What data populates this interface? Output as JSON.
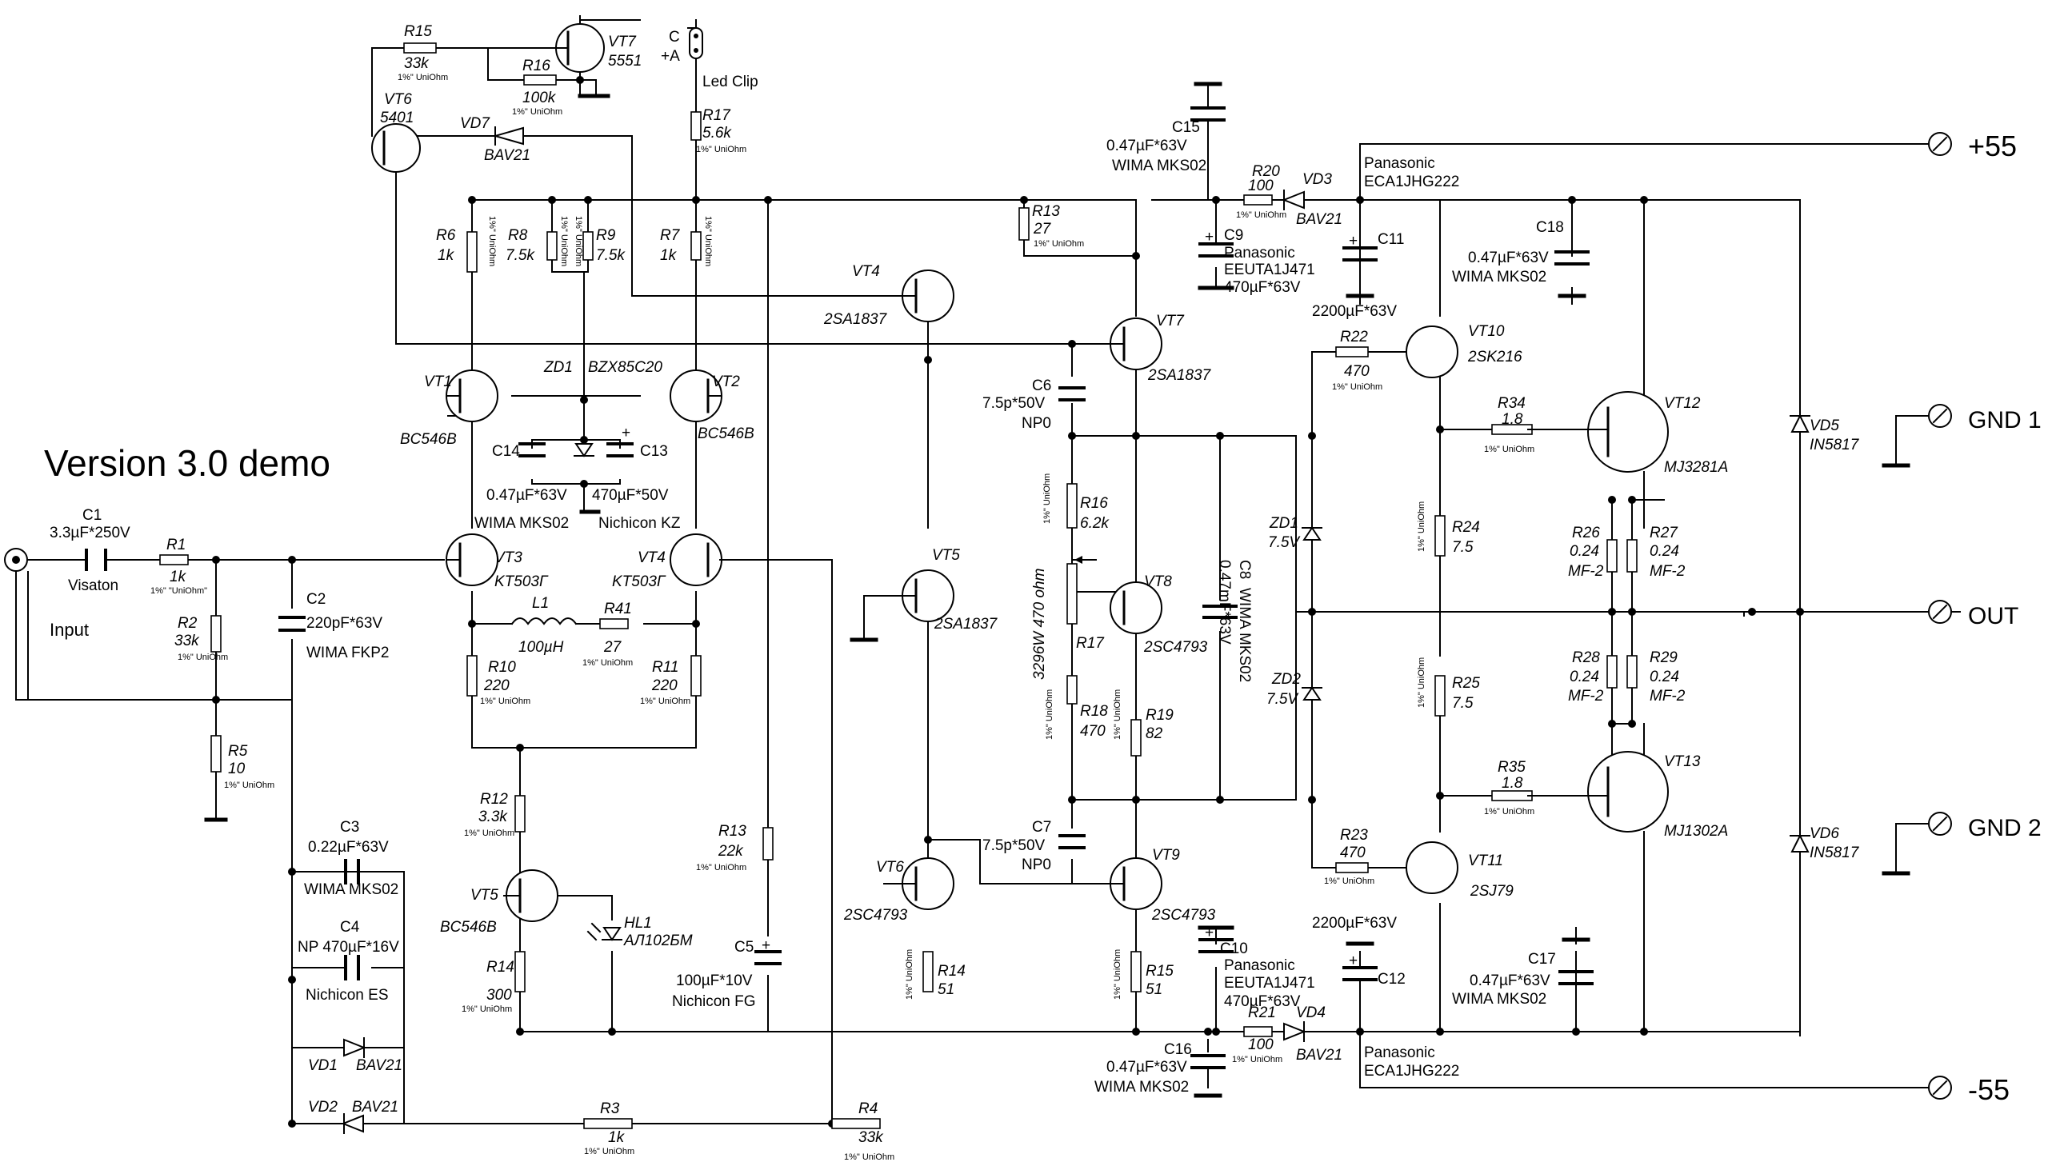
{
  "title": "Version 3.0 demo",
  "terminals": {
    "plus": "+55",
    "minus": "-55",
    "gnd1": "GND 1",
    "gnd2": "GND 2",
    "out": "OUT",
    "input": "Input"
  },
  "note_1pct": "1%\" UniOhm",
  "note_1pct_q": "1%\" \"UniOhm\"",
  "led_clip": "Led Clip",
  "pins": {
    "c": "C",
    "a": "+A"
  },
  "resistors": {
    "R1": {
      "name": "R1",
      "value": "1k"
    },
    "R2": {
      "name": "R2",
      "value": "33k"
    },
    "R3": {
      "name": "R3",
      "value": "1k"
    },
    "R4": {
      "name": "R4",
      "value": "33k"
    },
    "R5": {
      "name": "R5",
      "value": "10"
    },
    "R6": {
      "name": "R6",
      "value": "1k"
    },
    "R7": {
      "name": "R7",
      "value": "1k"
    },
    "R8": {
      "name": "R8",
      "value": "7.5k"
    },
    "R9": {
      "name": "R9",
      "value": "7.5k"
    },
    "R10": {
      "name": "R10",
      "value": "220"
    },
    "R11": {
      "name": "R11",
      "value": "220"
    },
    "R12": {
      "name": "R12",
      "value": "3.3k"
    },
    "R13a": {
      "name": "R13",
      "value": "27"
    },
    "R13b": {
      "name": "R13",
      "value": "22k"
    },
    "R14a": {
      "name": "R14",
      "value": "300"
    },
    "R14b": {
      "name": "R14",
      "value": "51"
    },
    "R15a": {
      "name": "R15",
      "value": "33k"
    },
    "R15b": {
      "name": "R15",
      "value": "51"
    },
    "R16a": {
      "name": "R16",
      "value": "100k"
    },
    "R16b": {
      "name": "R16",
      "value": "6.2k"
    },
    "R17a": {
      "name": "R17",
      "value": "5.6k"
    },
    "R17b": {
      "name": "R17",
      "value": "3296W 470 ohm"
    },
    "R18": {
      "name": "R18",
      "value": "470"
    },
    "R19": {
      "name": "R19",
      "value": "82"
    },
    "R20": {
      "name": "R20",
      "value": "100"
    },
    "R21": {
      "name": "R21",
      "value": "100"
    },
    "R22": {
      "name": "R22",
      "value": "470"
    },
    "R23": {
      "name": "R23",
      "value": "470"
    },
    "R24": {
      "name": "R24",
      "value": "7.5"
    },
    "R25": {
      "name": "R25",
      "value": "7.5"
    },
    "R26": {
      "name": "R26",
      "value": "0.24",
      "type": "MF-2"
    },
    "R27": {
      "name": "R27",
      "value": "0.24",
      "type": "MF-2"
    },
    "R28": {
      "name": "R28",
      "value": "0.24",
      "type": "MF-2"
    },
    "R29": {
      "name": "R29",
      "value": "0.24",
      "type": "MF-2"
    },
    "R34": {
      "name": "R34",
      "value": "1.8"
    },
    "R35": {
      "name": "R35",
      "value": "1.8"
    },
    "R41": {
      "name": "R41",
      "value": "27"
    }
  },
  "capacitors": {
    "C1": {
      "name": "C1",
      "value": "3.3µF*250V",
      "brand": "Visaton"
    },
    "C2": {
      "name": "C2",
      "value": "220pF*63V",
      "brand": "WIMA FKP2"
    },
    "C3": {
      "name": "C3",
      "value": "0.22µF*63V",
      "brand": "WIMA MKS02"
    },
    "C4": {
      "name": "C4",
      "value": "NP 470µF*16V",
      "brand": "Nichicon ES"
    },
    "C5": {
      "name": "C5",
      "value": "100µF*10V",
      "brand": "Nichicon FG"
    },
    "C6": {
      "name": "C6",
      "value": "7.5p*50V",
      "brand": "NP0"
    },
    "C7": {
      "name": "C7",
      "value": "7.5p*50V",
      "brand": "NP0"
    },
    "C8": {
      "name": "C8",
      "value": "0.47mF*63V",
      "brand": "WIMA MKS02"
    },
    "C9": {
      "name": "C9",
      "brand": "Panasonic",
      "part": "EEUTA1J471",
      "value": "470µF*63V"
    },
    "C10": {
      "name": "C10",
      "brand": "Panasonic",
      "part": "EEUTA1J471",
      "value": "470µF*63V"
    },
    "C11": {
      "name": "C11",
      "value": "2200µF*63V",
      "brand": "Panasonic",
      "part": "ECA1JHG222"
    },
    "C12": {
      "name": "C12",
      "value": "2200µF*63V",
      "brand": "Panasonic",
      "part": "ECA1JHG222"
    },
    "C13": {
      "name": "C13",
      "value": "470µF*50V",
      "brand": "Nichicon KZ"
    },
    "C14": {
      "name": "C14",
      "value": "0.47µF*63V",
      "brand": "WIMA MKS02"
    },
    "C15": {
      "name": "C15",
      "value": "0.47µF*63V",
      "brand": "WIMA MKS02"
    },
    "C16": {
      "name": "C16",
      "value": "0.47µF*63V",
      "brand": "WIMA MKS02"
    },
    "C17": {
      "name": "C17",
      "value": "0.47µF*63V",
      "brand": "WIMA MKS02"
    },
    "C18": {
      "name": "C18",
      "value": "0.47µF*63V",
      "brand": "WIMA MKS02"
    }
  },
  "transistors": {
    "VT1": {
      "name": "VT1",
      "part": "BC546B"
    },
    "VT2": {
      "name": "VT2",
      "part": "BC546B"
    },
    "VT3": {
      "name": "VT3",
      "part": "KT503Г"
    },
    "VT4": {
      "name": "VT4",
      "part": "KT503Г"
    },
    "VT5a": {
      "name": "VT5",
      "part": "BC546B"
    },
    "VT6a": {
      "name": "VT6",
      "part": "5401"
    },
    "VT7a": {
      "name": "VT7",
      "part": "5551"
    },
    "VT4b": {
      "name": "VT4",
      "part": "2SA1837"
    },
    "VT5b": {
      "name": "VT5",
      "part": "2SA1837"
    },
    "VT6b": {
      "name": "VT6",
      "part": "2SC4793"
    },
    "VT7b": {
      "name": "VT7",
      "part": "2SA1837"
    },
    "VT8": {
      "name": "VT8",
      "part": "2SC4793"
    },
    "VT9": {
      "name": "VT9",
      "part": "2SC4793"
    },
    "VT10": {
      "name": "VT10",
      "part": "2SK216"
    },
    "VT11": {
      "name": "VT11",
      "part": "2SJ79"
    },
    "VT12": {
      "name": "VT12",
      "part": "MJ3281A"
    },
    "VT13": {
      "name": "VT13",
      "part": "MJ1302A"
    }
  },
  "diodes": {
    "VD1": {
      "name": "VD1",
      "part": "BAV21"
    },
    "VD2": {
      "name": "VD2",
      "part": "BAV21"
    },
    "VD3": {
      "name": "VD3",
      "part": "BAV21"
    },
    "VD4": {
      "name": "VD4",
      "part": "BAV21"
    },
    "VD5": {
      "name": "VD5",
      "part": "IN5817"
    },
    "VD6": {
      "name": "VD6",
      "part": "IN5817"
    },
    "VD7": {
      "name": "VD7",
      "part": "BAV21"
    },
    "ZD1": {
      "name": "ZD1",
      "part": "BZX85C20"
    },
    "ZD1b": {
      "name": "ZD1",
      "part": "7.5V"
    },
    "ZD2": {
      "name": "ZD2",
      "part": "7.5V"
    },
    "HL1": {
      "name": "HL1",
      "part": "АЛ102БМ"
    }
  },
  "inductors": {
    "L1": {
      "name": "L1",
      "value": "100µH"
    }
  }
}
